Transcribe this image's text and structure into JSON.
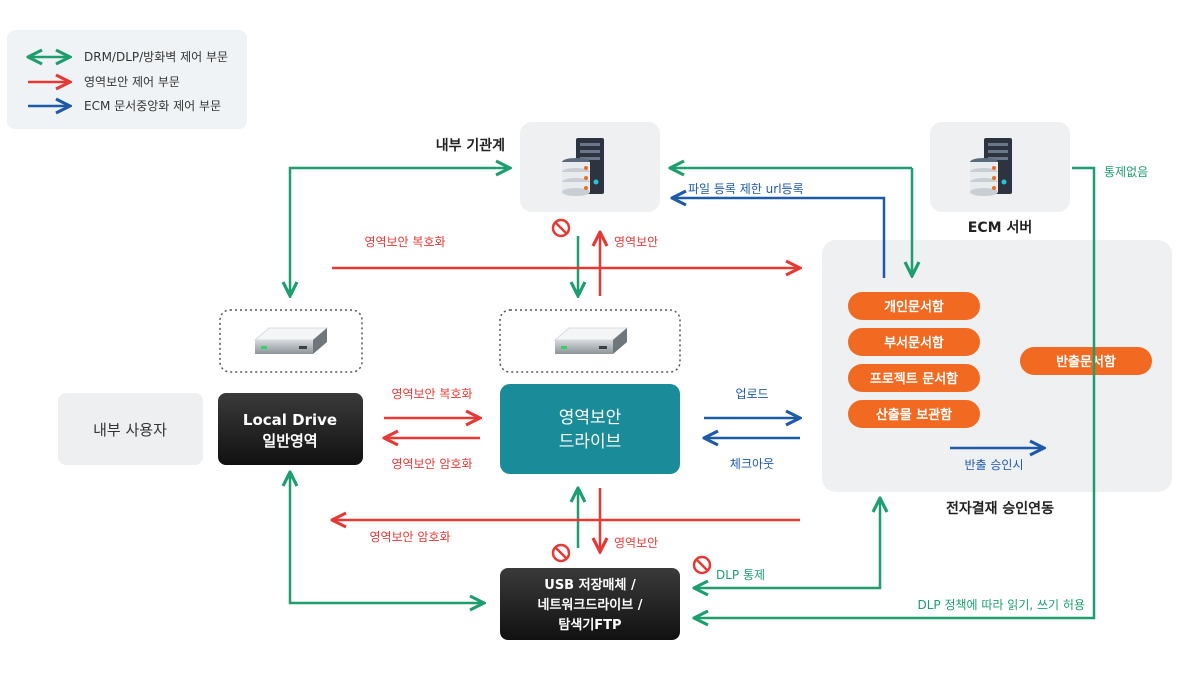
{
  "legend": {
    "items": [
      {
        "label": "DRM/DLP/방화벽 제어 부문",
        "color": "#1e9e6f"
      },
      {
        "label": "영역보안 제어 부문",
        "color": "#e53935"
      },
      {
        "label": "ECM 문서중앙화 제어 부문",
        "color": "#1f5aa8"
      }
    ]
  },
  "nodes": {
    "internal_system": "내부 기관계",
    "ecm_server": "ECM 서버",
    "internal_user": "내부 사용자",
    "local_drive": {
      "line1": "Local Drive",
      "line2": "일반영역"
    },
    "secure_drive": {
      "line1": "영역보안",
      "line2": "드라이브"
    },
    "usb": {
      "line1": "USB 저장매체 /",
      "line2": "네트워크드라이브 /",
      "line3": "탐색기FTP"
    },
    "approval_group": "전자결재 승인연동"
  },
  "folders": {
    "personal": "개인문서함",
    "department": "부서문서함",
    "project": "프로젝트 문서함",
    "output": "산출물 보관함",
    "export": "반출문서함",
    "export_approval": "반출 승인시"
  },
  "labels": {
    "url_registration": "파일 등록 제한 url등록",
    "no_control": "통제없음",
    "decrypt_top": "영역보안 복호화",
    "secure_up": "영역보안",
    "decrypt_mid": "영역보안 복호화",
    "encrypt_mid": "영역보안 암호화",
    "upload": "업로드",
    "checkout": "체크아웃",
    "encrypt_bottom": "영역보안 암호화",
    "secure_down": "영역보안",
    "dlp_control": "DLP 통제",
    "dlp_policy": "DLP 정책에 따라 읽기, 쓰기 허용"
  },
  "colors": {
    "green": "#1e9e6f",
    "red": "#e53935",
    "blue": "#1f5aa8",
    "orange": "#f26a21",
    "teal": "#1a8c99",
    "dark": "#2f2f2f"
  }
}
